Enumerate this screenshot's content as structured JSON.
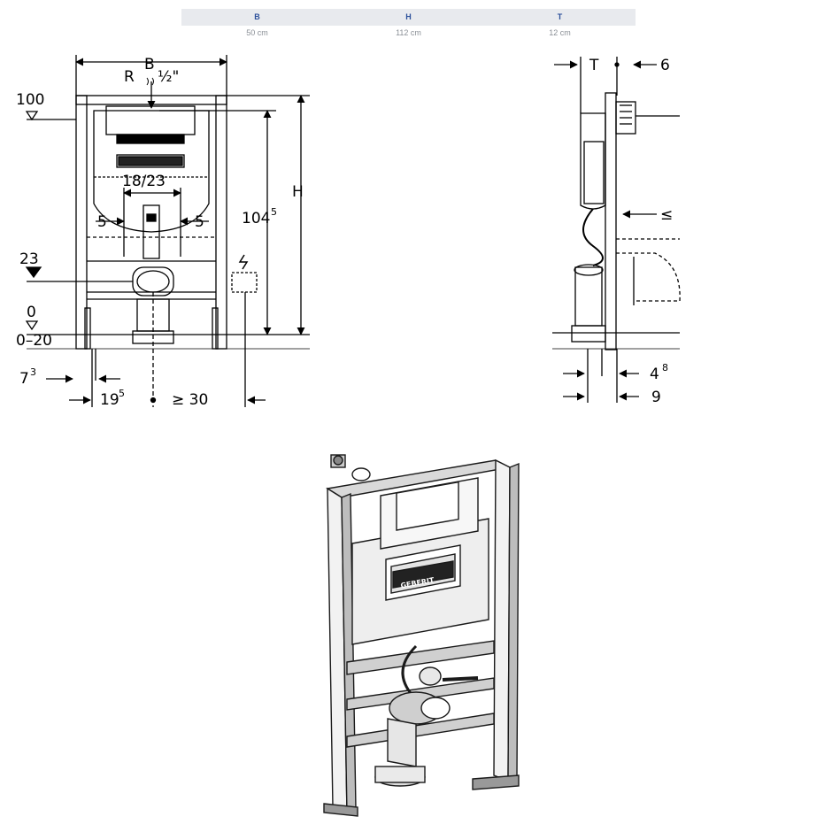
{
  "spec_table": {
    "headers": [
      "B",
      "H",
      "T"
    ],
    "values": [
      "50 cm",
      "112 cm",
      "12 cm"
    ]
  },
  "front_view": {
    "width_label": "B",
    "pipe_label": "R",
    "pipe_size": "½\"",
    "level_100": "100",
    "level_23": "23",
    "level_0": "0",
    "range_0_20": "0–20",
    "spacing_18_23": "18/23",
    "offset_left_5": "5",
    "offset_right_5": "5",
    "height_label": "H",
    "height_104": "104",
    "height_104_sup": "5",
    "dim_7": "7",
    "dim_7_sup": "3",
    "dim_19": "19",
    "dim_19_sup": "5",
    "dim_30": "≥ 30"
  },
  "side_view": {
    "depth_label": "T",
    "dim_6": "6",
    "le_symbol": "≤",
    "dim_4": "4",
    "dim_4_sup": "8",
    "dim_9": "9"
  },
  "product_image": {
    "brand": "GEBERIT"
  },
  "colors": {
    "table_header_bg": "#e8eaee",
    "table_header_text": "#2a4f9a",
    "table_value_text": "#8a8f96"
  }
}
